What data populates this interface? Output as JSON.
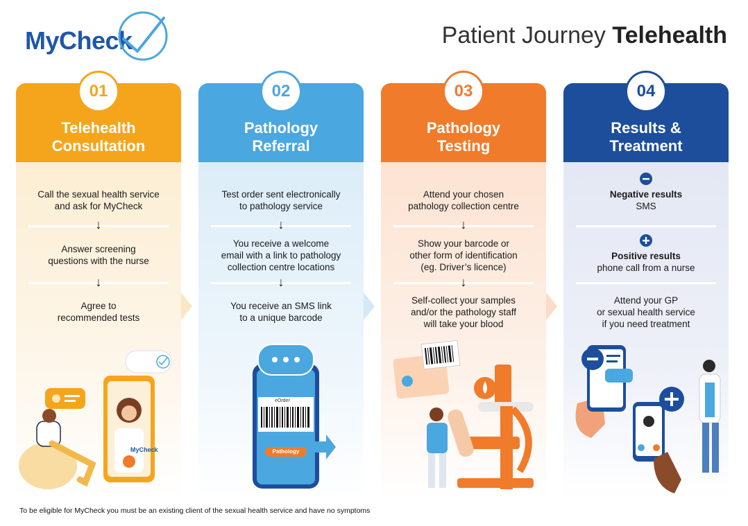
{
  "logo": {
    "text": "MyCheck"
  },
  "title": {
    "regular": "Patient Journey ",
    "bold": "Telehealth"
  },
  "columns": [
    {
      "number": "01",
      "title_line1": "Telehealth",
      "title_line2": "Consultation",
      "color": "#f5a51c",
      "steps": [
        {
          "line1": "Call the sexual health service",
          "line2": "and ask for MyCheck"
        },
        {
          "line1": "Answer screening",
          "line2": "questions with the nurse"
        },
        {
          "line1": "Agree to",
          "line2": "recommended tests"
        }
      ],
      "phone_logo": "MyCheck"
    },
    {
      "number": "02",
      "title_line1": "Pathology",
      "title_line2": "Referral",
      "color": "#4aa7df",
      "steps": [
        {
          "line1": "Test order sent electronically",
          "line2": "to pathology service"
        },
        {
          "line1": "You receive a welcome",
          "line2": "email with a link to pathology",
          "line3": "collection centre locations"
        },
        {
          "line1": "You receive an SMS link",
          "line2": "to a unique barcode"
        }
      ],
      "eorder_label": "eOrder",
      "pathology_tag": "Pathology"
    },
    {
      "number": "03",
      "title_line1": "Pathology",
      "title_line2": "Testing",
      "color": "#f07b2a",
      "steps": [
        {
          "line1": "Attend your chosen",
          "line2": "pathology collection centre"
        },
        {
          "line1": "Show your barcode or",
          "line2": "other form of identification",
          "line3": "(eg. Driver’s licence)"
        },
        {
          "line1": "Self-collect your samples",
          "line2": "and/or the pathology staff",
          "line3": "will take your blood"
        }
      ]
    },
    {
      "number": "04",
      "title_line1": "Results &",
      "title_line2": "Treatment",
      "color": "#1c4e9c",
      "steps": [
        {
          "bold": "Negative results",
          "line2": "SMS"
        },
        {
          "bold": "Positive results",
          "line2": "phone call from a nurse"
        },
        {
          "line1": "Attend your GP",
          "line2": "or sexual health service",
          "line3": "if you need treatment"
        }
      ]
    }
  ],
  "footnote": "To be eligible for MyCheck you must be an existing client of the sexual health service and have no symptoms"
}
